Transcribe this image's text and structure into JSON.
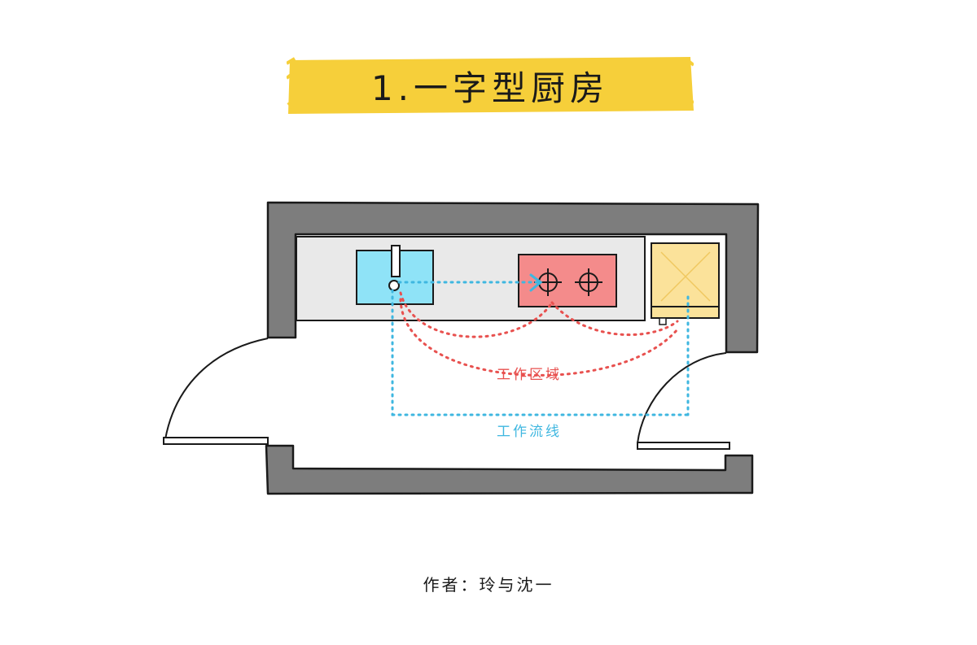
{
  "title": "1.一字型厨房",
  "labels": {
    "work_area": "工作区域",
    "work_flow": "工作流线"
  },
  "author": "作者：玲与沈一",
  "colors": {
    "title_highlight": "#f6cf3a",
    "wall": "#7d7d7d",
    "counter": "#e9e9e9",
    "sink": "#8fe3f7",
    "stove": "#f48b8b",
    "fridge": "#fbe29a",
    "work_area_line": "#e8514f",
    "work_flow_line": "#3fb7e0"
  }
}
